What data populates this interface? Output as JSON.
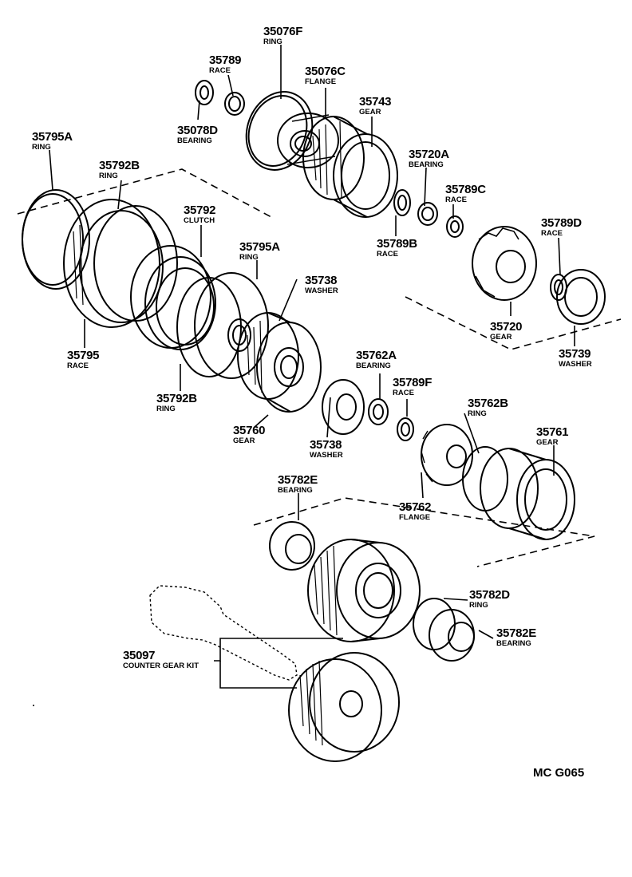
{
  "diagram_code": "MC  G065",
  "parts": [
    {
      "id": "p1",
      "number": "35076F",
      "name": "RING"
    },
    {
      "id": "p2",
      "number": "35789",
      "name": "RACE"
    },
    {
      "id": "p3",
      "number": "35076C",
      "name": "FLANGE"
    },
    {
      "id": "p4",
      "number": "35078D",
      "name": "BEARING"
    },
    {
      "id": "p5",
      "number": "35743",
      "name": "GEAR"
    },
    {
      "id": "p6",
      "number": "35795A",
      "name": "RING"
    },
    {
      "id": "p7",
      "number": "35720A",
      "name": "BEARING"
    },
    {
      "id": "p8",
      "number": "35792B",
      "name": "RING"
    },
    {
      "id": "p9",
      "number": "35789C",
      "name": "RACE"
    },
    {
      "id": "p10",
      "number": "35792",
      "name": "CLUTCH"
    },
    {
      "id": "p11",
      "number": "35789D",
      "name": "RACE"
    },
    {
      "id": "p12",
      "number": "35789B",
      "name": "RACE"
    },
    {
      "id": "p13",
      "number": "35795A",
      "name": "RING"
    },
    {
      "id": "p14",
      "number": "35738",
      "name": "WASHER"
    },
    {
      "id": "p15",
      "number": "35720",
      "name": "GEAR"
    },
    {
      "id": "p16",
      "number": "35739",
      "name": "WASHER"
    },
    {
      "id": "p17",
      "number": "35795",
      "name": "RACE"
    },
    {
      "id": "p18",
      "number": "35762A",
      "name": "BEARING"
    },
    {
      "id": "p19",
      "number": "35789F",
      "name": "RACE"
    },
    {
      "id": "p20",
      "number": "35792B",
      "name": "RING"
    },
    {
      "id": "p21",
      "number": "35762B",
      "name": "RING"
    },
    {
      "id": "p22",
      "number": "35761",
      "name": "GEAR"
    },
    {
      "id": "p23",
      "number": "35760",
      "name": "GEAR"
    },
    {
      "id": "p24",
      "number": "35738",
      "name": "WASHER"
    },
    {
      "id": "p25",
      "number": "35782E",
      "name": "BEARING"
    },
    {
      "id": "p26",
      "number": "35762",
      "name": "FLANGE"
    },
    {
      "id": "p27",
      "number": "35782D",
      "name": "RING"
    },
    {
      "id": "p28",
      "number": "35782E",
      "name": "BEARING"
    },
    {
      "id": "p29",
      "number": "35097",
      "name": "COUNTER GEAR KIT"
    }
  ]
}
